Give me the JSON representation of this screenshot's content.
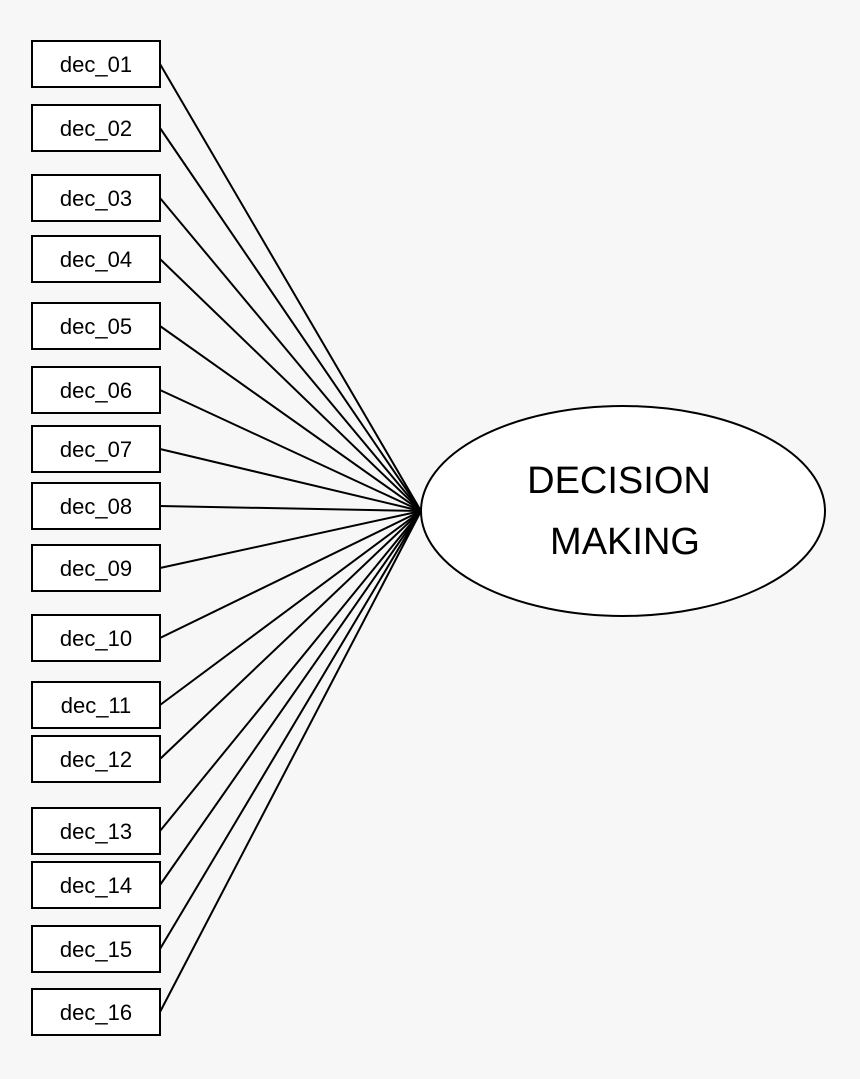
{
  "latent": {
    "label_line1": "DECISION",
    "label_line2": "MAKING"
  },
  "indicators": [
    {
      "label": "dec_01"
    },
    {
      "label": "dec_02"
    },
    {
      "label": "dec_03"
    },
    {
      "label": "dec_04"
    },
    {
      "label": "dec_05"
    },
    {
      "label": "dec_06"
    },
    {
      "label": "dec_07"
    },
    {
      "label": "dec_08"
    },
    {
      "label": "dec_09"
    },
    {
      "label": "dec_10"
    },
    {
      "label": "dec_11"
    },
    {
      "label": "dec_12"
    },
    {
      "label": "dec_13"
    },
    {
      "label": "dec_14"
    },
    {
      "label": "dec_15"
    },
    {
      "label": "dec_16"
    }
  ]
}
